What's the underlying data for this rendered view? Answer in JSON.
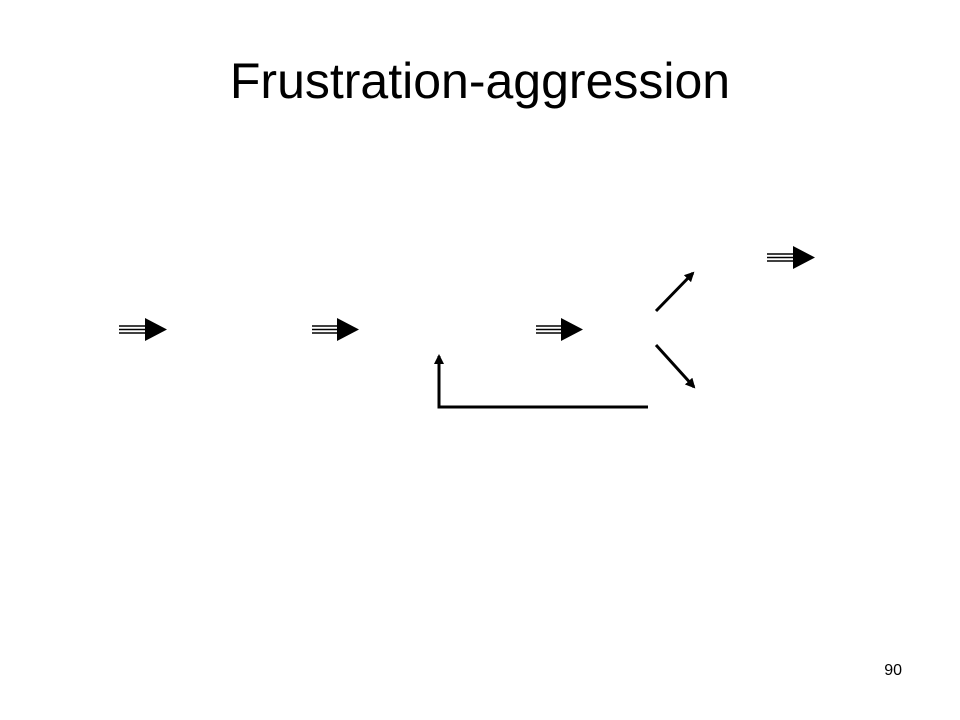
{
  "slide": {
    "title": "Frustration-aggression",
    "page_number": "90"
  },
  "colors": {
    "background": "#ffffff",
    "ink": "#000000"
  },
  "diagram": {
    "arrows": [
      {
        "id": "block-arrow-1",
        "style": "double-shaft",
        "direction": "right"
      },
      {
        "id": "block-arrow-2",
        "style": "double-shaft",
        "direction": "right"
      },
      {
        "id": "block-arrow-3",
        "style": "double-shaft",
        "direction": "right"
      },
      {
        "id": "block-arrow-4",
        "style": "double-shaft",
        "direction": "right"
      },
      {
        "id": "branch-arrow-up",
        "style": "single-line",
        "direction": "up-right"
      },
      {
        "id": "branch-arrow-down",
        "style": "single-line",
        "direction": "down-right"
      },
      {
        "id": "feedback-loop-arrow",
        "style": "elbow",
        "direction": "left-then-up"
      }
    ]
  }
}
